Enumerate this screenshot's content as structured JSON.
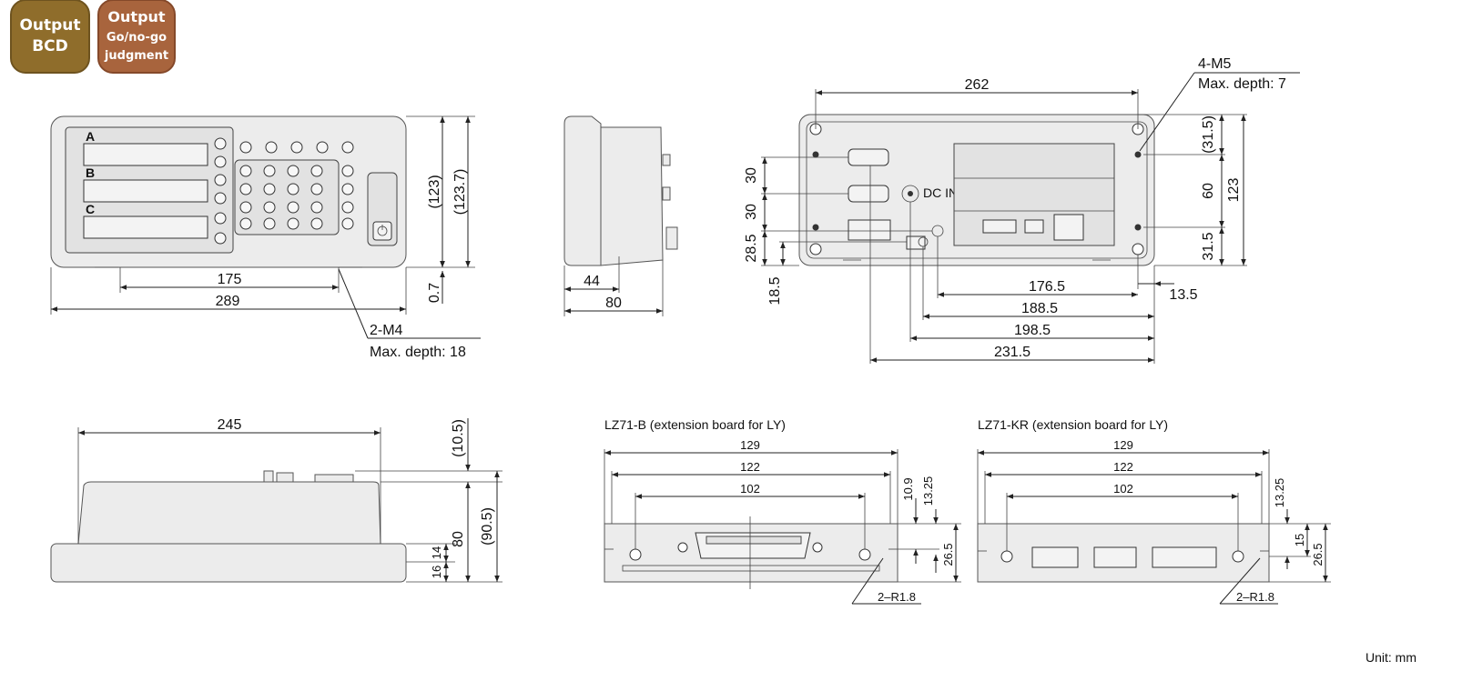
{
  "badges": {
    "bcd_line1": "Output",
    "bcd_line2": "BCD",
    "gonogo_line1": "Output",
    "gonogo_line2": "Go/no-go",
    "gonogo_line3": "judgment",
    "bcd_color": "#8f6d2b",
    "gonogo_color": "#a8643d"
  },
  "front": {
    "width_289": "289",
    "spacing_175": "175",
    "height_123p": "(123)",
    "height_123_7p": "(123.7)",
    "foot_0_7": "0.7",
    "screw_callout": "2-M4",
    "screw_depth": "Max. depth: 18",
    "rows": [
      "A",
      "B",
      "C"
    ]
  },
  "side": {
    "depth_44": "44",
    "depth_80": "80"
  },
  "rear": {
    "width_262": "262",
    "screw_callout": "4-M5",
    "screw_depth": "Max. depth: 7",
    "v_30a": "30",
    "v_30b": "30",
    "v_28_5": "28.5",
    "v_18_5": "18.5",
    "r_31_5p": "(31.5)",
    "r_60": "60",
    "r_123": "123",
    "r_31_5": "31.5",
    "h_176_5": "176.5",
    "h_13_5": "13.5",
    "h_188_5": "188.5",
    "h_198_5": "198.5",
    "h_231_5": "231.5",
    "dcin": "DC IN"
  },
  "top": {
    "width_245": "245",
    "v_10_5p": "(10.5)",
    "v_80": "80",
    "v_90_5p": "(90.5)",
    "v_14": "14",
    "v_16": "16"
  },
  "lz71b": {
    "title": "LZ71-B (extension board for LY)",
    "w129": "129",
    "w122": "122",
    "w102": "102",
    "v10_9": "10.9",
    "v13_25": "13.25",
    "v26_5": "26.5",
    "radius": "2–R1.8"
  },
  "lz71kr": {
    "title": "LZ71-KR (extension board for LY)",
    "w129": "129",
    "w122": "122",
    "w102": "102",
    "v13_25": "13.25",
    "v15": "15",
    "v26_5": "26.5",
    "radius": "2–R1.8"
  },
  "unit": "Unit: mm"
}
